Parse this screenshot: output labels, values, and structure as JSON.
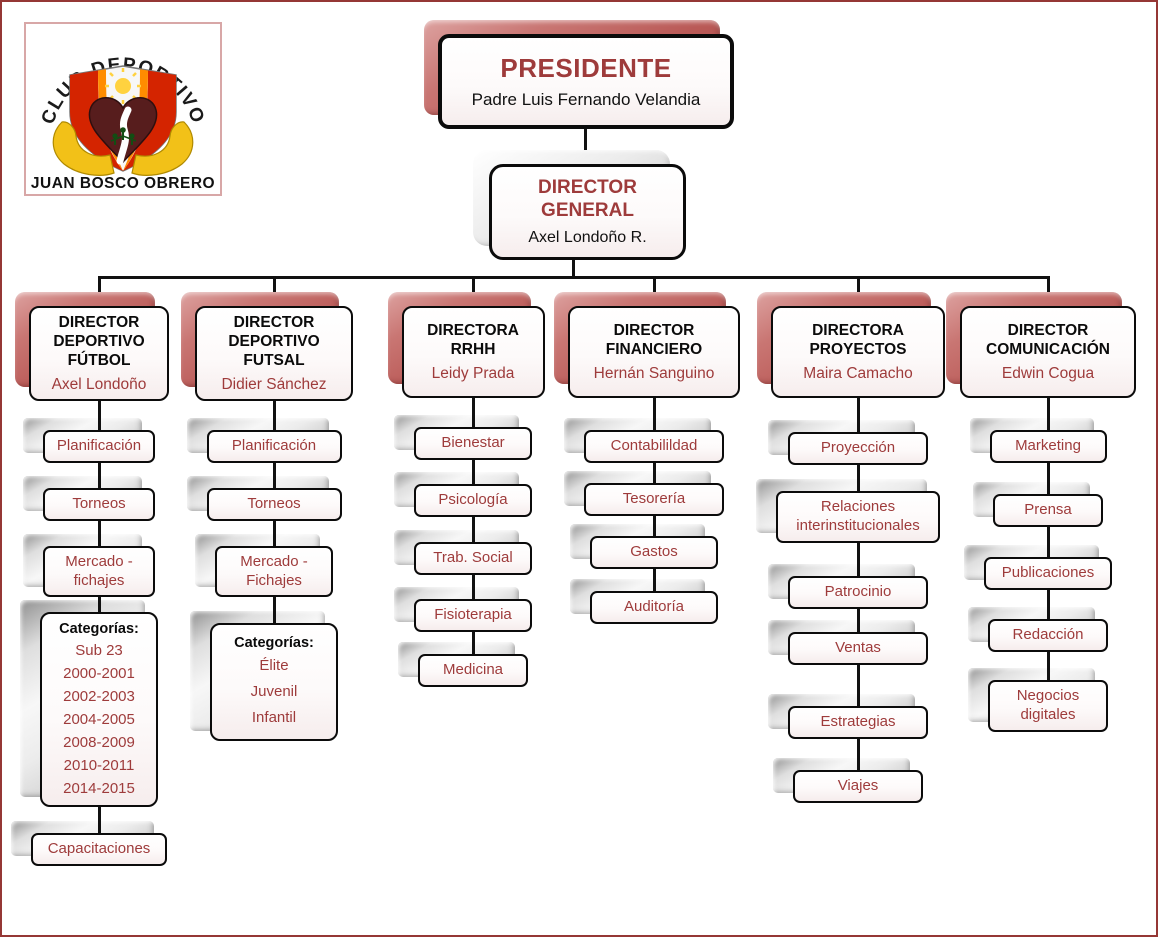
{
  "colors": {
    "accent_red": "#9E3B3B",
    "shadow_red": "#BC5A57",
    "shadow_gray": "#D9D9D9",
    "page_border_maroon": "#953735",
    "box_border": "#0B0B0B"
  },
  "logo": {
    "arc_text": "CLUB DEPORTIVO",
    "bottom_text": "JUAN BOSCO OBRERO"
  },
  "president": {
    "title": "PRESIDENTE",
    "name": "Padre Luis Fernando Velandia"
  },
  "director_general": {
    "title": "DIRECTOR GENERAL",
    "name": "Axel Londoño R."
  },
  "branches": [
    {
      "title": "DIRECTOR DEPORTIVO FÚTBOL",
      "name": "Axel Londoño",
      "items": [
        "Planificación",
        "Torneos",
        "Mercado - fichajes"
      ],
      "categories": {
        "label": "Categorías:",
        "values": [
          "Sub 23",
          "2000-2001",
          "2002-2003",
          "2004-2005",
          "2008-2009",
          "2010-2011",
          "2014-2015"
        ]
      },
      "tail": [
        "Capacitaciones"
      ]
    },
    {
      "title": "DIRECTOR DEPORTIVO FUTSAL",
      "name": "Didier Sánchez",
      "items": [
        "Planificación",
        "Torneos",
        "Mercado - Fichajes"
      ],
      "categories": {
        "label": "Categorías:",
        "values": [
          "Élite",
          "Juvenil",
          "Infantil"
        ]
      }
    },
    {
      "title": "DIRECTORA RRHH",
      "name": "Leidy Prada",
      "items": [
        "Bienestar",
        "Psicología",
        "Trab. Social",
        "Fisioterapia",
        "Medicina"
      ]
    },
    {
      "title": "DIRECTOR FINANCIERO",
      "name": "Hernán Sanguino",
      "items": [
        "Contabilildad",
        "Tesorería",
        "Gastos",
        "Auditoría"
      ]
    },
    {
      "title": "DIRECTORA PROYECTOS",
      "name": "Maira Camacho",
      "items": [
        "Proyección",
        "Relaciones interinstitucionales",
        "Patrocinio",
        "Ventas",
        "Estrategias",
        "Viajes"
      ]
    },
    {
      "title": "DIRECTOR COMUNICACIÓN",
      "name": "Edwin Cogua",
      "items": [
        "Marketing",
        "Prensa",
        "Publicaciones",
        "Redacción",
        "Negocios digitales"
      ]
    }
  ]
}
